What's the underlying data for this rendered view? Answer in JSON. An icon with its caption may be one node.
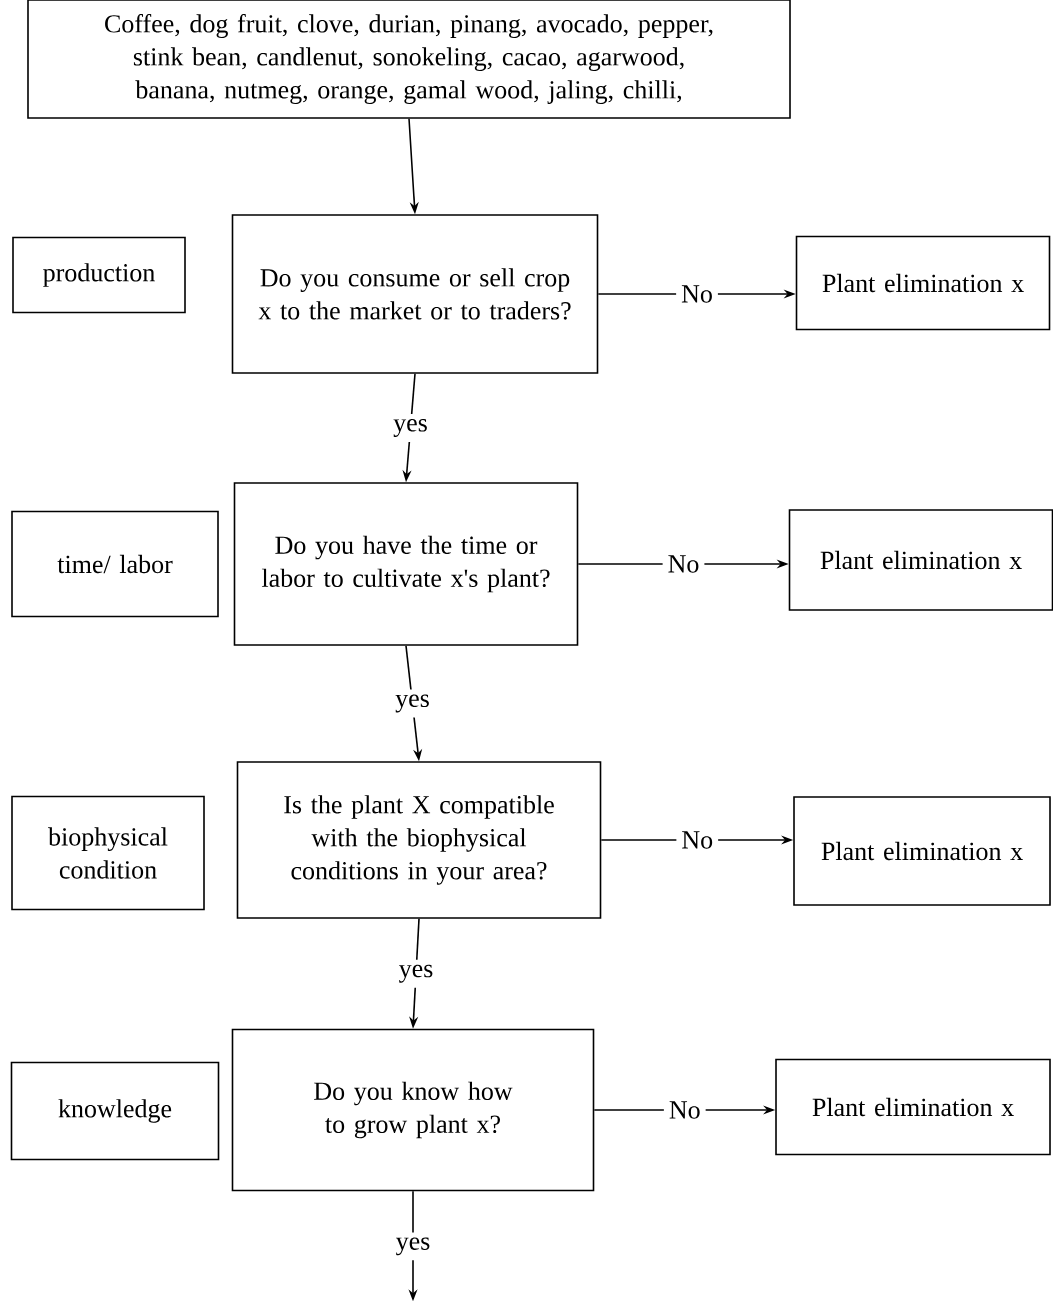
{
  "diagram": {
    "nodes": [
      {
        "text": [
          "Coffee, dog fruit, clove, durian, pinang, avocado, pepper, stink bean, candlenut, sonokeling, cacao, agarwood, banana, nutmeg, orange, gamal wood, jaling, chilli,"
        ]
      },
      {
        "text": [
          "production"
        ]
      },
      {
        "text": [
          "Do you consume or sell crop x to the market or to traders?"
        ]
      },
      {
        "text": [
          "Plant elimination x"
        ]
      },
      {
        "text": [
          "time/ labor"
        ]
      },
      {
        "text": [
          "Do you have the time or labor to cultivate x's plant?"
        ]
      },
      {
        "text": [
          "Plant elimination x"
        ]
      },
      {
        "text": [
          "biophysical condition"
        ]
      },
      {
        "text": [
          "Is the plant X compatible with the biophysical conditions in your area?"
        ]
      },
      {
        "text": [
          "Plant elimination x"
        ]
      },
      {
        "text": [
          "knowledge"
        ]
      },
      {
        "text": [
          "Do you know how to grow plant x?"
        ]
      },
      {
        "text": [
          "Plant elimination x"
        ]
      }
    ],
    "edges": [
      {
        "from": 0,
        "to": 2,
        "arrow": "to"
      },
      {
        "from": 2,
        "to": 3,
        "arrow": "to",
        "label": "No"
      },
      {
        "from": 2,
        "to": 5,
        "arrow": "to",
        "label": "yes"
      },
      {
        "from": 5,
        "to": 6,
        "arrow": "to",
        "label": "No"
      },
      {
        "from": 5,
        "to": 8,
        "arrow": "to",
        "label": "yes"
      },
      {
        "from": 8,
        "to": 9,
        "arrow": "to",
        "label": "No"
      },
      {
        "from": 8,
        "to": 11,
        "arrow": "to",
        "label": "yes"
      },
      {
        "from": 11,
        "to": 12,
        "arrow": "to",
        "label": "No"
      },
      {
        "from": 11,
        "to": null,
        "arrow": "to",
        "label": "yes"
      }
    ]
  }
}
